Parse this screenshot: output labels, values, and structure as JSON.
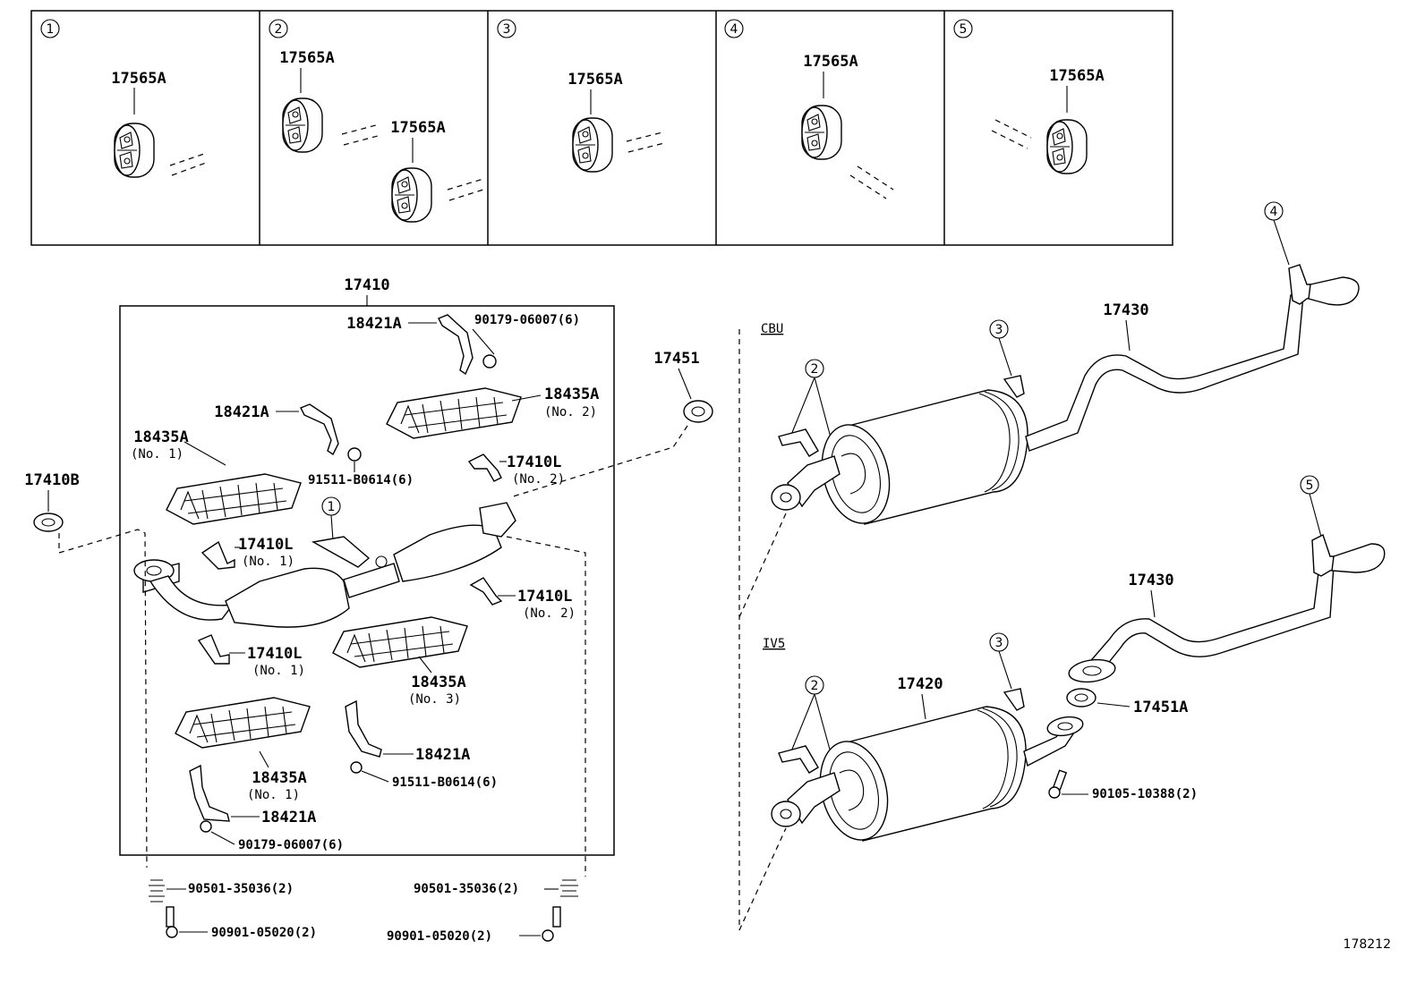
{
  "reference_number": "178212",
  "hanger_panels": [
    {
      "callout": "1",
      "labels": [
        "17565A"
      ]
    },
    {
      "callout": "2",
      "labels": [
        "17565A",
        "17565A"
      ]
    },
    {
      "callout": "3",
      "labels": [
        "17565A"
      ]
    },
    {
      "callout": "4",
      "labels": [
        "17565A"
      ]
    },
    {
      "callout": "5",
      "labels": [
        "17565A"
      ]
    }
  ],
  "assembly": {
    "title": "17410",
    "labels": {
      "clamp_top": "18421A",
      "bolt_top": "90179-06007(6)",
      "clamp_mid": "18421A",
      "shield_no2": "18435A",
      "shield_no2_sub": "(No. 2)",
      "shield_no1": "18435A",
      "shield_no1_sub": "(No. 1)",
      "nut_mid": "91511-B0614(6)",
      "bracket_no2_top": "17410L",
      "bracket_no2_top_sub": "(No. 2)",
      "bracket_no1_top": "17410L",
      "bracket_no1_top_sub": "(No. 1)",
      "bracket_no2_mid": "17410L",
      "bracket_no2_mid_sub": "(No. 2)",
      "bracket_no1_low": "17410L",
      "bracket_no1_low_sub": "(No. 1)",
      "shield_no3": "18435A",
      "shield_no3_sub": "(No. 3)",
      "clamp_low": "18421A",
      "nut_low": "91511-B0614(6)",
      "shield_no1_low": "18435A",
      "shield_no1_low_sub": "(No. 1)",
      "clamp_bottom": "18421A",
      "bolt_bottom": "90179-06007(6)"
    },
    "callout": "1"
  },
  "gasket_left": "17410B",
  "gasket_right": "17451",
  "fasteners": {
    "spring_left": "90501-35036(2)",
    "bolt_left": "90901-05020(2)",
    "spring_right": "90501-35036(2)",
    "bolt_right": "90901-05020(2)"
  },
  "cbu": {
    "variant": "CBU",
    "tailpipe": "17430",
    "callouts": {
      "hanger_front": "2",
      "hanger_mid": "3",
      "hanger_rear": "4"
    }
  },
  "iv5": {
    "variant": "IV5",
    "muffler": "17420",
    "tailpipe": "17430",
    "gasket": "17451A",
    "bolt": "90105-10388(2)",
    "callouts": {
      "hanger_front": "2",
      "hanger_mid": "3",
      "hanger_rear": "5"
    }
  }
}
